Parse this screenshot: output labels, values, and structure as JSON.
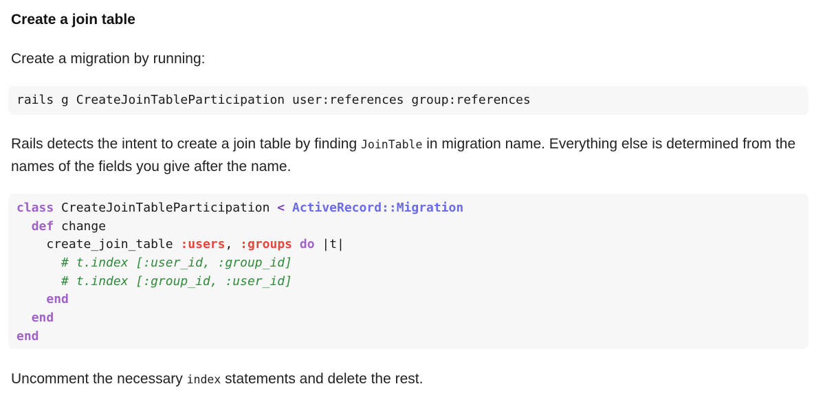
{
  "heading": "Create a join table",
  "intro": "Create a migration by running:",
  "command": "rails g CreateJoinTableParticipation user:references group:references",
  "explanation": {
    "before": "Rails detects the intent to create a join table by finding ",
    "code": "JoinTable",
    "after": " in migration name. Everything else is determined from the names of the fields you give after the name."
  },
  "migration": {
    "l1": {
      "kw": "class",
      "name": " CreateJoinTableParticipation ",
      "op": "<",
      "sp": " ",
      "parent": "ActiveRecord::Migration"
    },
    "l2": {
      "indent": "  ",
      "kw": "def",
      "name": " change"
    },
    "l3": {
      "indent": "    ",
      "call": "create_join_table ",
      "sym1": ":users",
      "comma": ", ",
      "sym2": ":groups",
      "sp": " ",
      "kw": "do",
      "block": " |t|"
    },
    "l4": {
      "indent": "      ",
      "comment": "# t.index [:user_id, :group_id]"
    },
    "l5": {
      "indent": "      ",
      "comment": "# t.index [:group_id, :user_id]"
    },
    "l6": {
      "indent": "    ",
      "kw": "end"
    },
    "l7": {
      "indent": "  ",
      "kw": "end"
    },
    "l8": {
      "kw": "end"
    }
  },
  "closing": {
    "before": "Uncomment the necessary ",
    "code": "index",
    "after": " statements and delete the rest."
  },
  "colors": {
    "keyword": "#a061c8",
    "constant": "#6b6be8",
    "symbol": "#e8453c",
    "comment": "#2e8b3a",
    "code_background": "#f7f7f7"
  }
}
